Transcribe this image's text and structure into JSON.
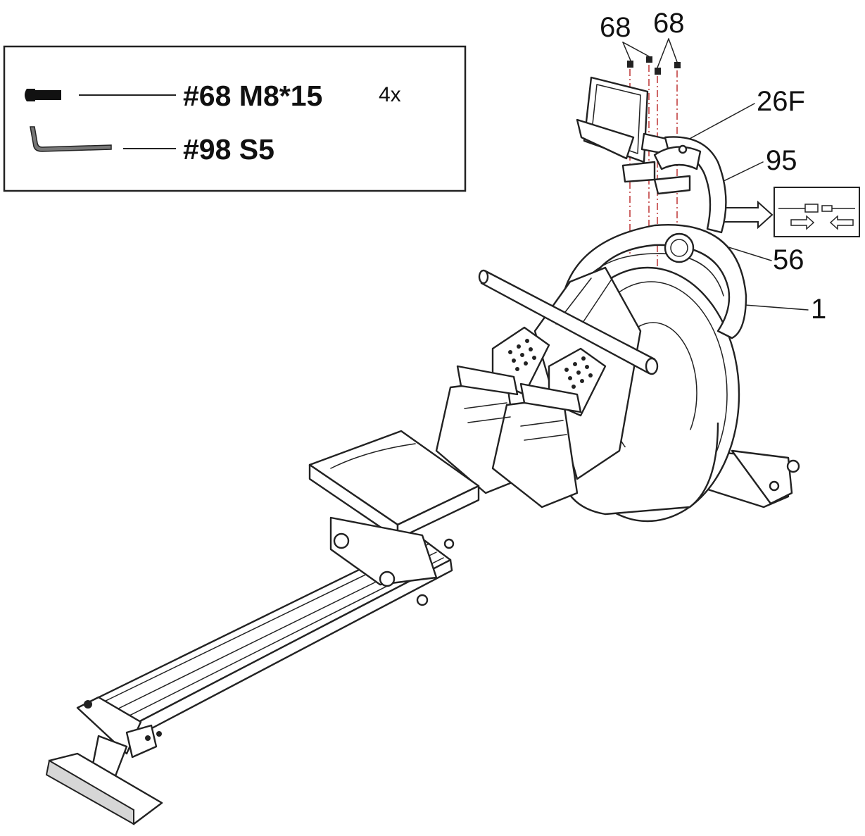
{
  "hardware_box": {
    "items": [
      {
        "icon": "bolt-icon",
        "label": "#68 M8*15",
        "qty": "4x"
      },
      {
        "icon": "allen-key-icon",
        "label": "#98 S5",
        "qty": ""
      }
    ]
  },
  "part_labels": {
    "bolt_a": "68",
    "bolt_b": "68",
    "bracket": "26F",
    "cover": "95",
    "frame_mount": "56",
    "main_frame": "1"
  },
  "connector_detail": {
    "icon": "cable-connector-icon"
  }
}
